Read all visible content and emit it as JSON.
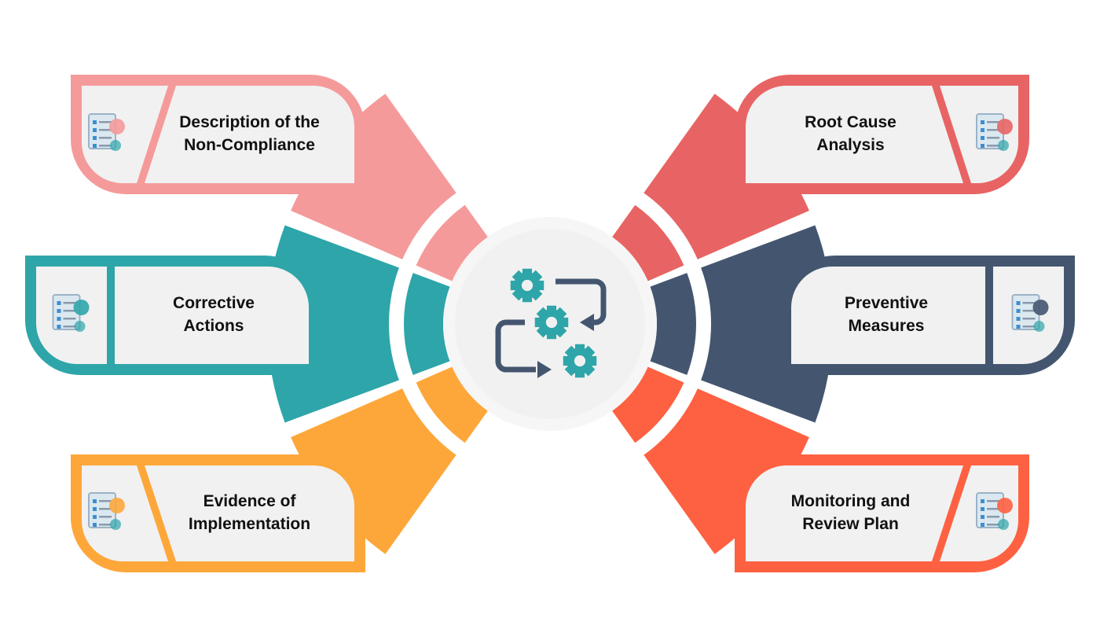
{
  "diagram": {
    "type": "radial-process",
    "center": {
      "icon": "gears-cycle-icon",
      "colors": {
        "gear": "#2ea5a9",
        "arrow": "#44566f",
        "disc": "#f1f1f1"
      }
    },
    "items": [
      {
        "id": "non-compliance",
        "lines": [
          "Description of the",
          "Non-Compliance"
        ],
        "color": "#f59a9a",
        "icon": "clipboard-warning-gavel-icon",
        "side": "left"
      },
      {
        "id": "corrective-actions",
        "lines": [
          "Corrective",
          "Actions"
        ],
        "color": "#2ea5a9",
        "icon": "gear-process-check-icon",
        "side": "left"
      },
      {
        "id": "evidence",
        "lines": [
          "Evidence of",
          "Implementation"
        ],
        "color": "#fda73b",
        "icon": "person-dashboard-icon",
        "side": "left"
      },
      {
        "id": "root-cause",
        "lines": [
          "Root Cause",
          "Analysis"
        ],
        "color": "#e86464",
        "icon": "fishbone-analysis-icon",
        "side": "right"
      },
      {
        "id": "preventive",
        "lines": [
          "Preventive",
          "Measures"
        ],
        "color": "#44566f",
        "icon": "person-analytics-icon",
        "side": "right"
      },
      {
        "id": "monitoring",
        "lines": [
          "Monitoring and",
          "Review Plan"
        ],
        "color": "#fe6141",
        "icon": "monitor-chart-icon",
        "side": "right"
      }
    ]
  }
}
